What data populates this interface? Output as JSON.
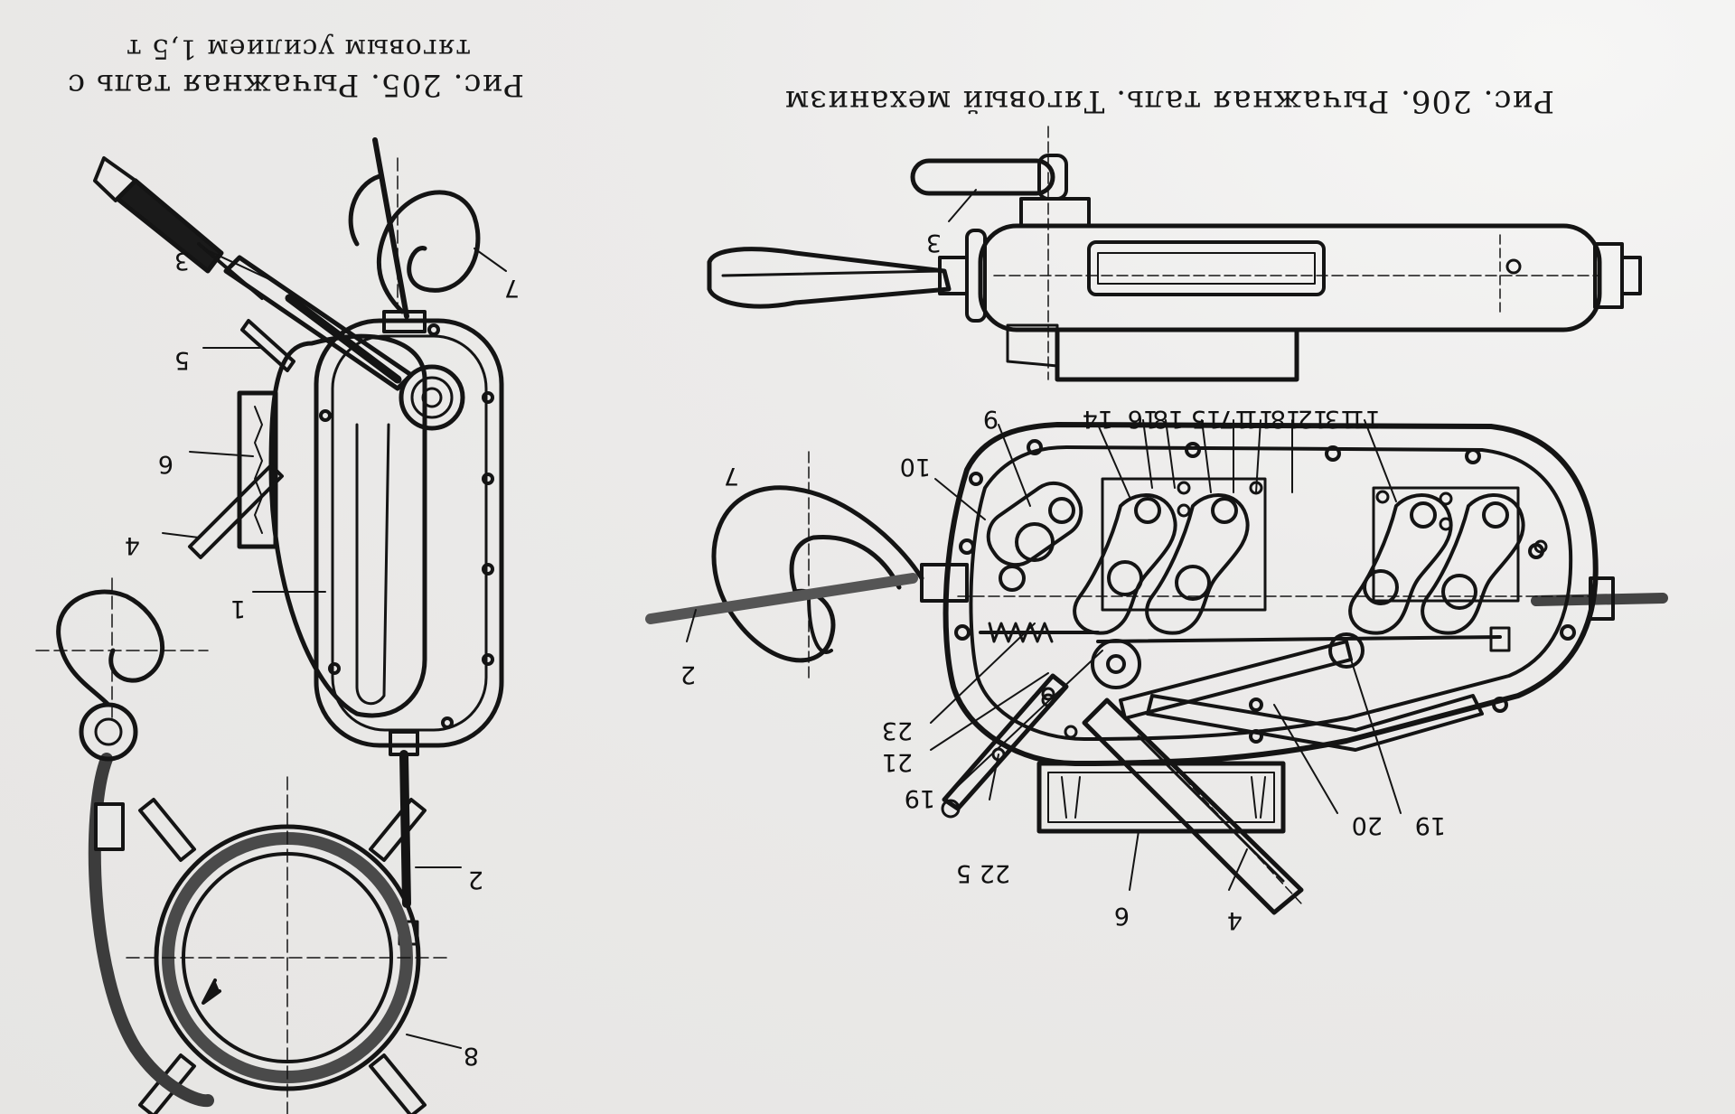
{
  "figure_205": {
    "caption_line1": "Рис. 205. Рычажная таль с",
    "caption_line2": "тяговым усилием 1,5 т",
    "labels": [
      "7",
      "3",
      "5",
      "6",
      "4",
      "1",
      "2",
      "8"
    ]
  },
  "figure_206": {
    "caption": "Рис. 206. Рычажная таль. Тяговый механизм",
    "labels": [
      "3",
      "9",
      "14",
      "16",
      "18",
      "15",
      "17",
      "11",
      "18",
      "12",
      "13",
      "11",
      "10",
      "7",
      "2",
      "23",
      "21",
      "19",
      "5",
      "22",
      "6",
      "4",
      "20",
      "19"
    ]
  }
}
